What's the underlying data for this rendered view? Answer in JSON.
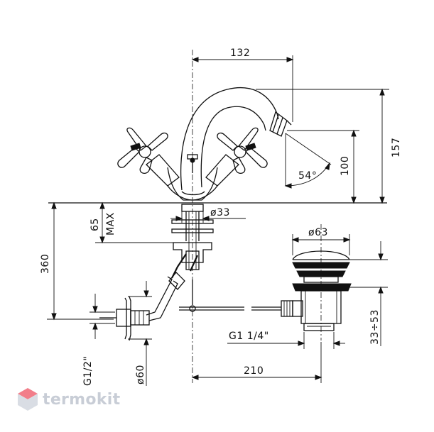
{
  "dimensions": {
    "width_132": "132",
    "height_157": "157",
    "height_100": "100",
    "angle_54": "54°",
    "diameter_33": "ø33",
    "max_65": "65",
    "max_label": "MAX",
    "height_360": "360",
    "diameter_63": "ø63",
    "range_33_53": "33÷53",
    "thread_g1_1_4": "G1  1/4\"",
    "thread_g1_2": "G1/2\"",
    "diameter_60": "ø60",
    "width_210": "210"
  },
  "brand": {
    "name": "termokit",
    "colors": {
      "text": "#c8cdd6",
      "mark_top": "#f27e8a",
      "mark_bottom": "#d9dde4"
    }
  }
}
